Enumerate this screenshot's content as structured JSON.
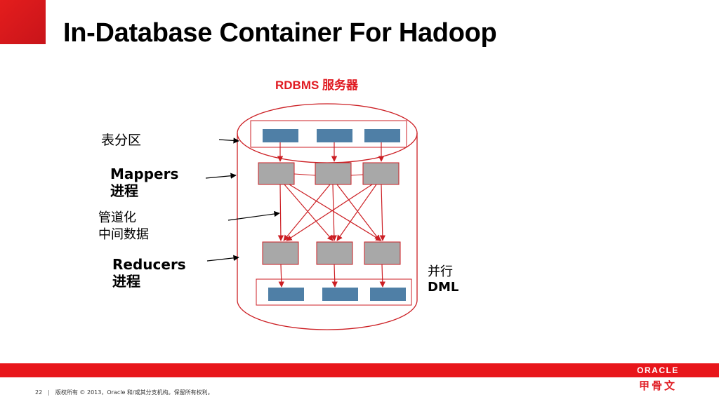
{
  "slide": {
    "title": "In-Database Container For Hadoop"
  },
  "diagram": {
    "title": "RDBMS 服务器",
    "labels": {
      "partitions": "表分区",
      "mappers_line1": "Mappers",
      "mappers_line2": "进程",
      "pipeline_line1": "管道化",
      "pipeline_line2": "中间数据",
      "reducers_line1": "Reducers",
      "reducers_line2": "进程",
      "dml_line1": "并行",
      "dml_line2": "DML"
    },
    "colors": {
      "cylinder_stroke": "#cc1f24",
      "arrow": "#cc1f24",
      "partition_block": "#4f7fa6",
      "process_box_fill": "#a8a8a8",
      "process_box_stroke": "#cc1f24"
    }
  },
  "footer": {
    "page_number": "22",
    "copyright": "版权所有 © 2013，Oracle 和/或其分支机构。保留所有权利。",
    "logo_text": "ORACLE",
    "logo_cn": "甲骨文"
  }
}
